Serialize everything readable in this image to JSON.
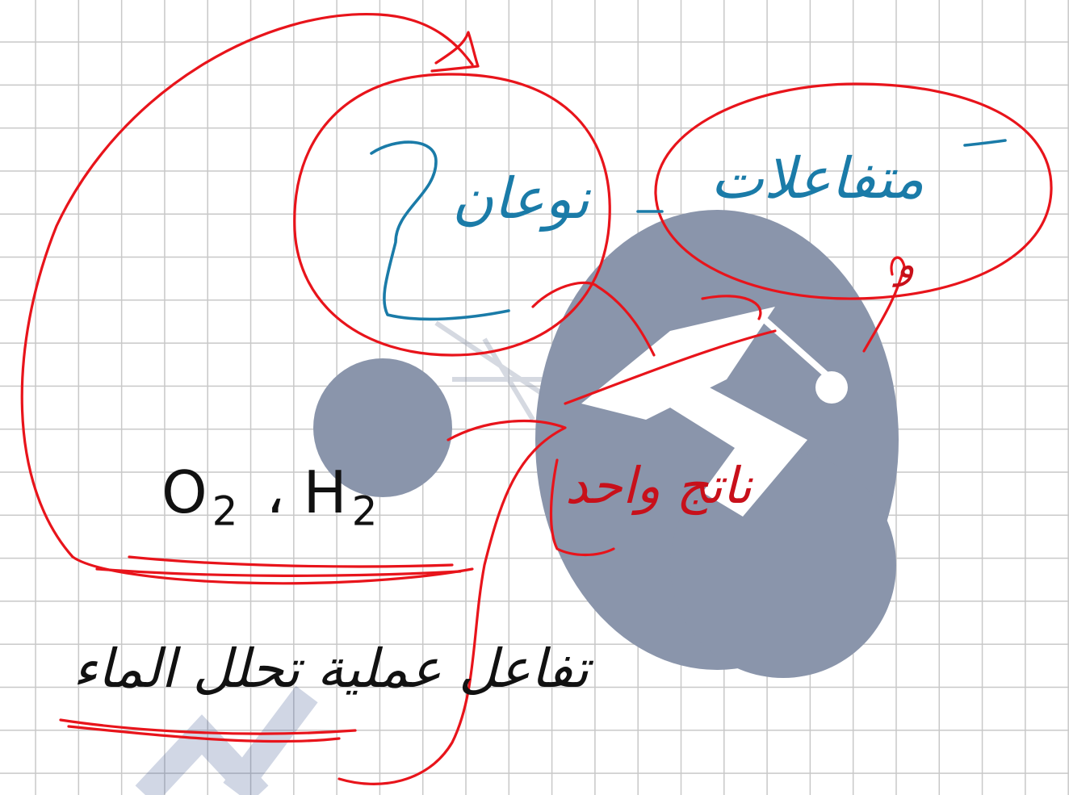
{
  "notes": {
    "reactant_types": "نوعان",
    "reactants": "متفاعلات",
    "and_letter": "و",
    "single_product": "ناتج واحد",
    "formulas": {
      "first": {
        "symbol": "O",
        "subscript": "2"
      },
      "separator": "،",
      "second": {
        "symbol": "H",
        "subscript": "2"
      }
    },
    "bottom_sentence": "تفاعل عملية تحلل الماء"
  },
  "colors": {
    "grid_line": "#c8c8c8",
    "ink_red": "#e8141b",
    "ink_blue": "#1a7ba8",
    "ink_black": "#111111",
    "watermark": "#8a95ab"
  },
  "watermark": {
    "icon": "graduation-cap-logo-icon",
    "opacity": 0.95
  }
}
